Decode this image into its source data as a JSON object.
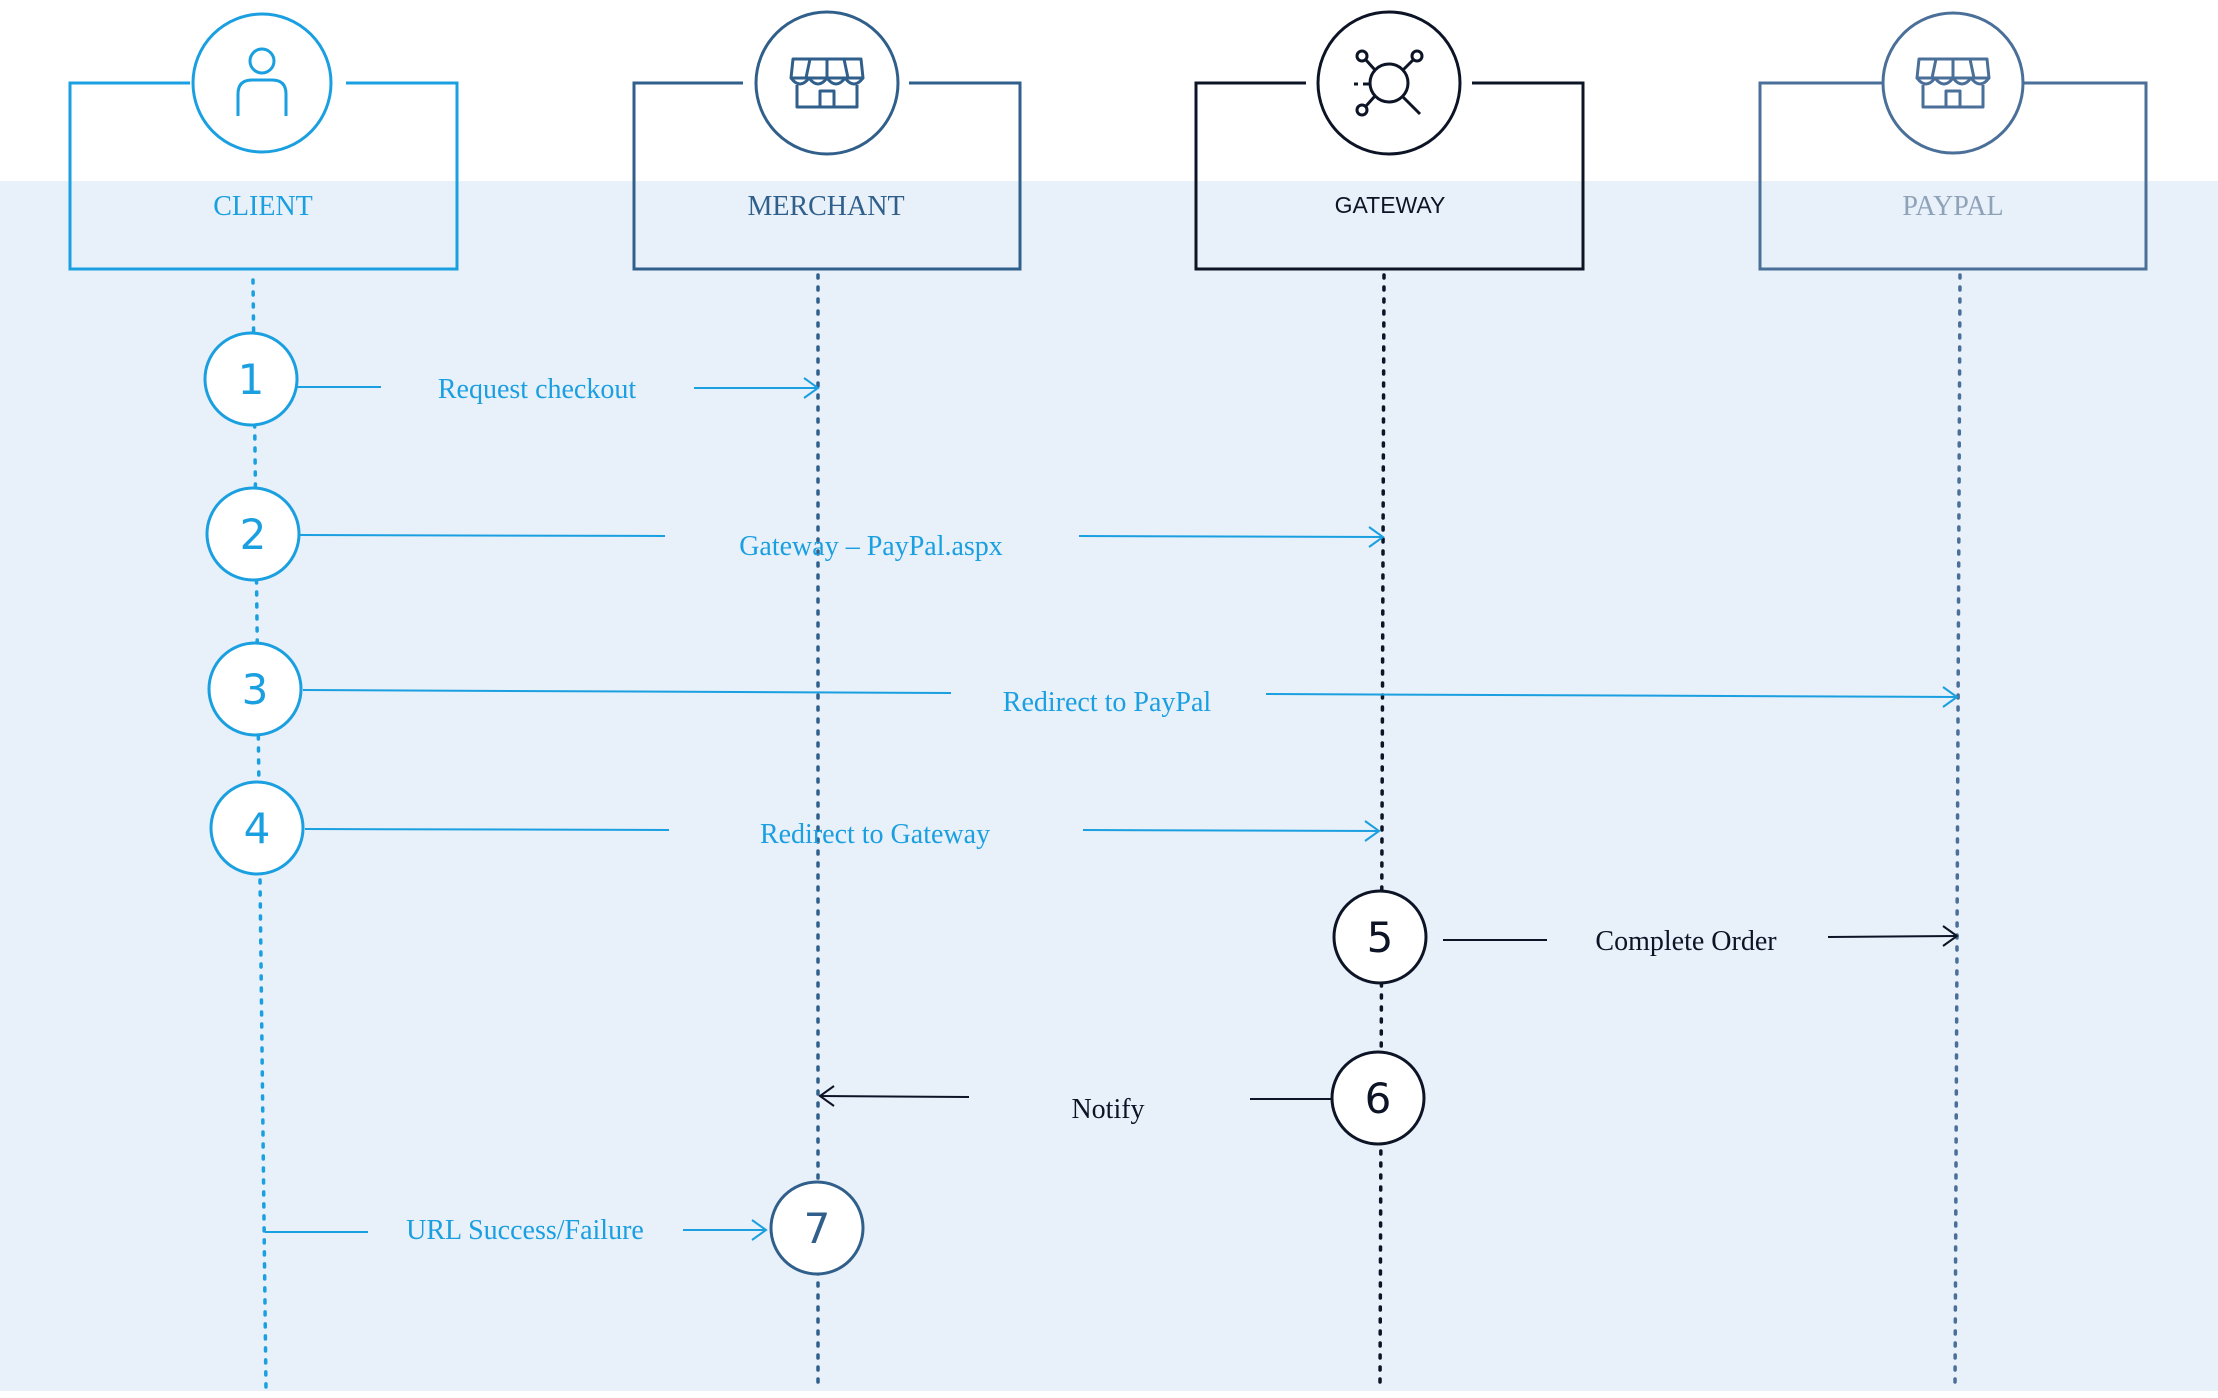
{
  "colors": {
    "background_band": "#e8f0fa",
    "client": "#1a9fe0",
    "merchant": "#2f5f8a",
    "gateway": "#0c1426",
    "paypal": "#4a6f98",
    "paypal_label": "#8ea2b8",
    "step_blue": "#1a9fe0",
    "step_dark": "#0c1426",
    "step_merchant": "#2f5f8a"
  },
  "participants": [
    {
      "id": "client",
      "label": "CLIENT",
      "icon": "person-icon"
    },
    {
      "id": "merchant",
      "label": "MERCHANT",
      "icon": "storefront-icon"
    },
    {
      "id": "gateway",
      "label": "GATEWAY",
      "icon": "network-hub-icon"
    },
    {
      "id": "paypal",
      "label": "PAYPAL",
      "icon": "storefront-icon"
    }
  ],
  "steps": [
    {
      "number": "1",
      "label": "Request checkout",
      "from": "client",
      "to": "merchant"
    },
    {
      "number": "2",
      "label": "Gateway – PayPal.aspx",
      "from": "client",
      "to": "gateway"
    },
    {
      "number": "3",
      "label": "Redirect to PayPal",
      "from": "client",
      "to": "paypal"
    },
    {
      "number": "4",
      "label": "Redirect to Gateway",
      "from": "client",
      "to": "gateway"
    },
    {
      "number": "5",
      "label": "Complete Order",
      "from": "gateway",
      "to": "paypal"
    },
    {
      "number": "6",
      "label": "Notify",
      "from": "gateway",
      "to": "merchant"
    },
    {
      "number": "7",
      "label": "URL Success/Failure",
      "from": "client",
      "to": "merchant"
    }
  ]
}
